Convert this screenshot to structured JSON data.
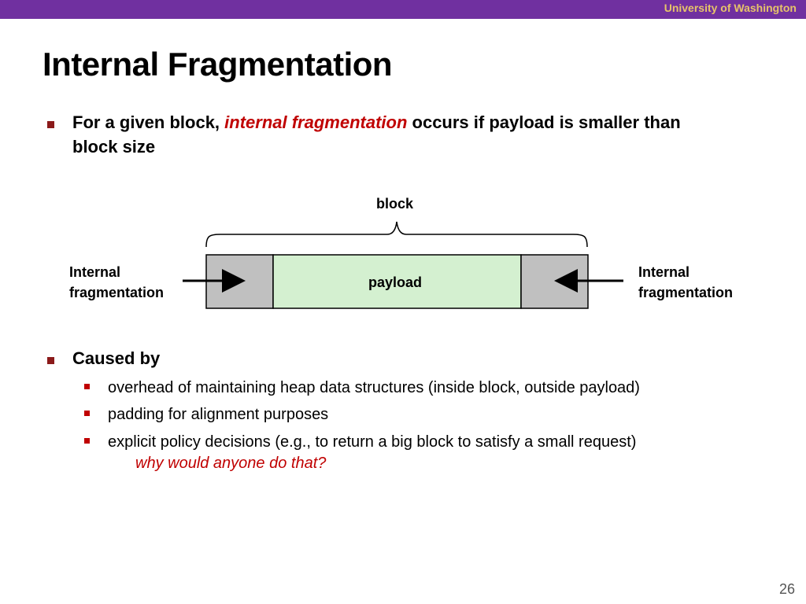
{
  "header": {
    "institution": "University of Washington"
  },
  "slide": {
    "title": "Internal Fragmentation",
    "bullet1": {
      "prefix": "For a given block, ",
      "emphasis": "internal fragmentation",
      "suffix": " occurs if payload is smaller than",
      "line2": "block size"
    },
    "diagram": {
      "block_label": "block",
      "payload_label": "payload",
      "left_label": [
        "Internal",
        "fragmentation"
      ],
      "right_label": [
        "Internal",
        "fragmentation"
      ],
      "colors": {
        "overhead": "#c0c0c0",
        "payload": "#d4f0d0",
        "outline": "#000000"
      }
    },
    "bullet2": {
      "heading": "Caused by",
      "items": [
        "overhead of maintaining heap data structures (inside block, outside payload)",
        "padding for alignment purposes",
        "explicit policy decisions (e.g., to return a big block to satisfy a small request)"
      ],
      "note": "why would anyone do that?"
    },
    "page_number": "26"
  }
}
